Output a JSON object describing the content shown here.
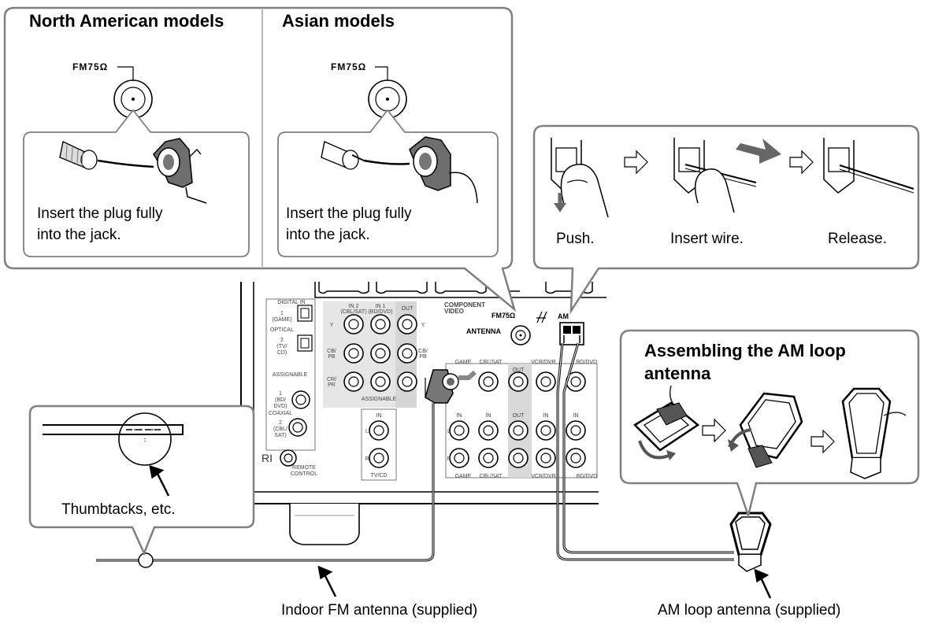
{
  "fm_panel": {
    "north_american": {
      "heading": "North American models",
      "jack_label": "FM75Ω",
      "instruction_line1": "Insert the plug fully",
      "instruction_line2": "into the jack."
    },
    "asian": {
      "heading": "Asian models",
      "jack_label": "FM75Ω",
      "instruction_line1": "Insert the plug fully",
      "instruction_line2": "into the jack."
    }
  },
  "am_steps": {
    "push": "Push.",
    "insert": "Insert wire.",
    "release": "Release."
  },
  "am_loop": {
    "heading_line1": "Assembling the AM loop",
    "heading_line2": "antenna"
  },
  "thumbtack_caption": "Thumbtacks, etc.",
  "fm_antenna_caption": "Indoor FM antenna (supplied)",
  "am_antenna_caption": "AM loop antenna (supplied)",
  "rear_panel": {
    "digital_in": "DIGITAL IN",
    "game1": "1",
    "game1_sub": "(GAME)",
    "optical": "OPTICAL",
    "tv2": "2",
    "tv2_sub": "(TV/",
    "tv2_sub2": "CD)",
    "assignable": "ASSIGNABLE",
    "bd1": "1",
    "bd1_sub": "(BD/",
    "bd1_sub2": "DVD)",
    "coaxial": "COAXIAL",
    "cbl2": "2",
    "cbl2_sub": "(CBL/",
    "cbl2_sub2": "SAT)",
    "ri": "RI",
    "remote": "REMOTE",
    "control": "CONTROL",
    "in2": "IN 2",
    "in2_sub": "(CBL/SAT)",
    "in1": "IN 1",
    "in1_sub": "(BD/DVD)",
    "out": "OUT",
    "component": "COMPONENT",
    "video": "VIDEO",
    "y": "Y",
    "cbpb": "CB/",
    "cbpb2": "PB",
    "crpr": "CR/",
    "crpr2": "PR",
    "assignable2": "ASSIGNABLE",
    "fm75": "FM75Ω",
    "antenna": "ANTENNA",
    "am": "AM",
    "game": "GAME",
    "cblsat": "CBL/SAT",
    "vcrdvr": "VCR/DVR",
    "bddvd": "BD/DVD",
    "in": "IN",
    "l": "L",
    "r": "R",
    "tvcd": "TV/CD"
  }
}
